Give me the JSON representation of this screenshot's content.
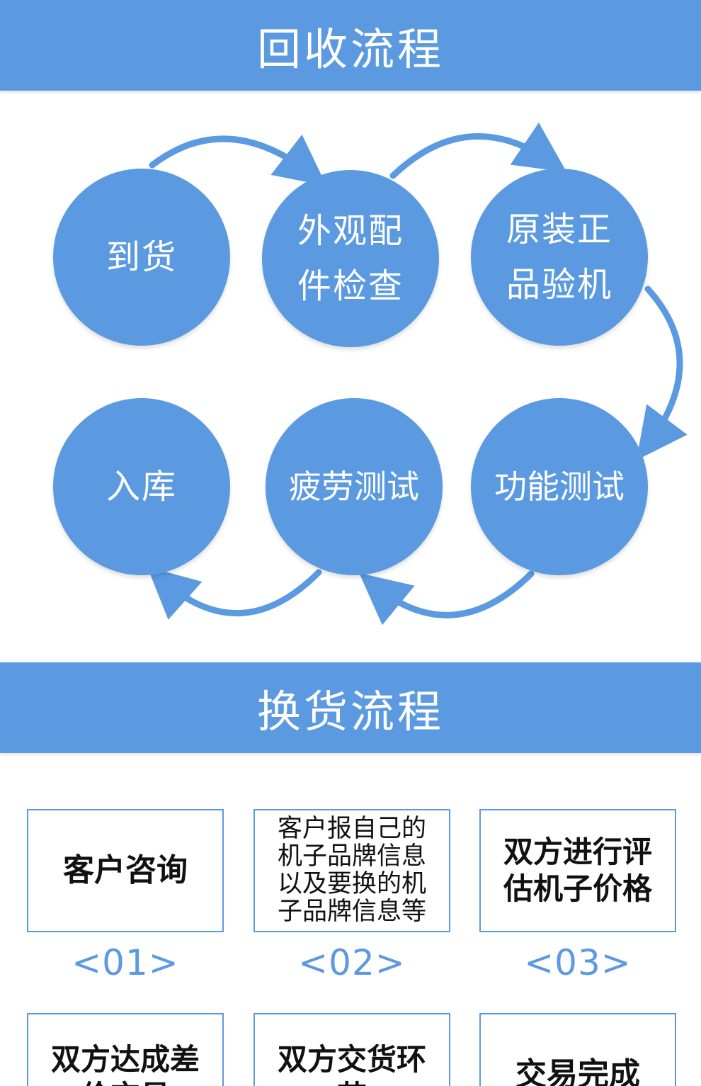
{
  "recycle": {
    "title": "回收流程",
    "steps": [
      {
        "line1": "到货",
        "line2": ""
      },
      {
        "line1": "外观配",
        "line2": "件检查"
      },
      {
        "line1": "原装正",
        "line2": "品验机"
      },
      {
        "line1": "功能测试",
        "line2": ""
      },
      {
        "line1": "疲劳测试",
        "line2": ""
      },
      {
        "line1": "入库",
        "line2": ""
      }
    ]
  },
  "exchange": {
    "title": "换货流程",
    "steps": [
      {
        "text": "客户咨询",
        "num": "<01>"
      },
      {
        "text": "客户报自己的机子品牌信息以及要换的机子品牌信息等",
        "num": "<02>"
      },
      {
        "text": "双方进行评估机子价格",
        "num": "<03>"
      },
      {
        "text": "双方达成差价交易",
        "num": ""
      },
      {
        "text": "双方交货环节",
        "num": ""
      },
      {
        "text": "交易完成",
        "num": ""
      }
    ]
  },
  "colors": {
    "accent": "#5b9ae0",
    "text_dark": "#111111",
    "background": "#ffffff"
  }
}
